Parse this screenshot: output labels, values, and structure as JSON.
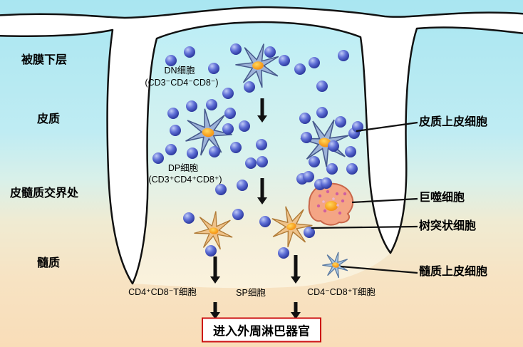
{
  "regions": {
    "subcapsular": "被膜下层",
    "cortex": "皮质",
    "junction": "皮髓质交界处",
    "medulla": "髓质"
  },
  "center_labels": {
    "dn_name": "DN细胞",
    "dn_markers": "(CD3⁻CD4⁻CD8⁻)",
    "dp_name": "DP细胞",
    "dp_markers": "(CD3⁺CD4⁺CD8⁺)",
    "cd4_sp": "CD4⁺CD8⁻T细胞",
    "sp": "SP细胞",
    "cd8_sp": "CD4⁻CD8⁺T细胞"
  },
  "side_labels": {
    "cortical_epithelial": "皮质上皮细胞",
    "macrophage": "巨噬细胞",
    "dendritic": "树突状细胞",
    "medullary_epithelial": "髓质上皮细胞"
  },
  "outcome": {
    "label": "进入外周淋巴器官"
  },
  "colors": {
    "outcome_border": "#cc1111",
    "thymocyte_blue": "#1f2b90",
    "epithelial_blue": "#9db3d8",
    "dendritic_tan": "#eec28a",
    "macrophage_pink": "#f4a585",
    "nucleus_orange": "#f8a221",
    "background_top": "#a9e6f1",
    "background_bottom": "#f9ddb8"
  }
}
